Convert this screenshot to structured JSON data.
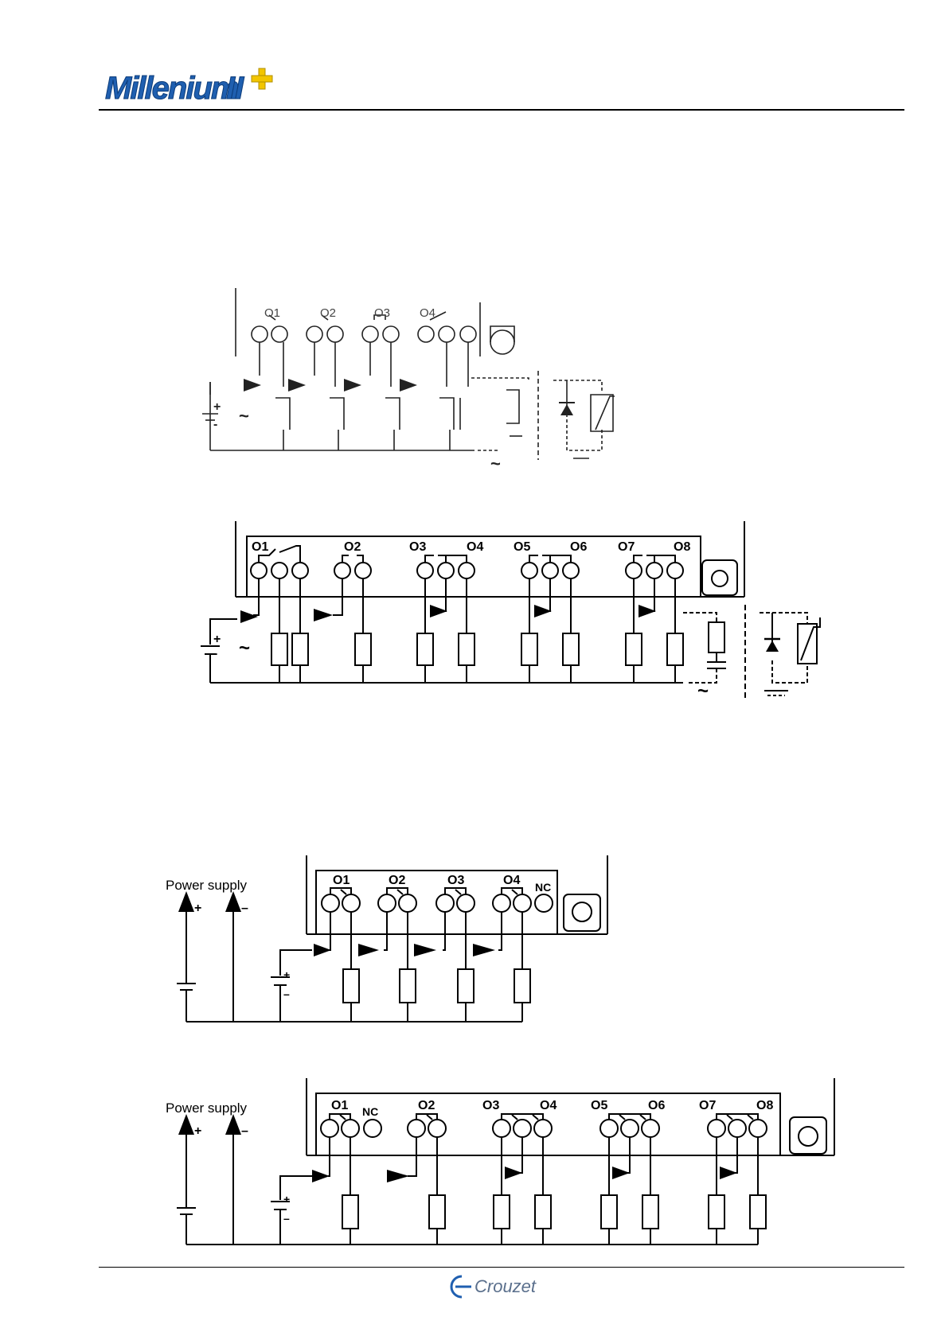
{
  "header": {
    "brand_text": "Millenium",
    "brand_suffix": "II"
  },
  "footer": {
    "brand_text": "Crouzet"
  },
  "diagrams": {
    "relay_4": {
      "terminals": [
        "O1",
        "O2",
        "O3",
        "O4"
      ]
    },
    "relay_8": {
      "terminals": [
        "O1",
        "O2",
        "O3",
        "O4",
        "O5",
        "O6",
        "O7",
        "O8"
      ]
    },
    "transistor_4": {
      "power_supply_label": "Power supply",
      "terminals": [
        "O1",
        "O2",
        "O3",
        "O4"
      ],
      "nc_label": "NC"
    },
    "transistor_8": {
      "power_supply_label": "Power supply",
      "terminals": [
        "O1",
        "O2",
        "O3",
        "O4",
        "O5",
        "O6",
        "O7",
        "O8"
      ],
      "nc_label": "NC"
    }
  },
  "colors": {
    "brand_blue": "#1f5fb0",
    "brand_yellow": "#f2c500",
    "line": "#000000"
  }
}
